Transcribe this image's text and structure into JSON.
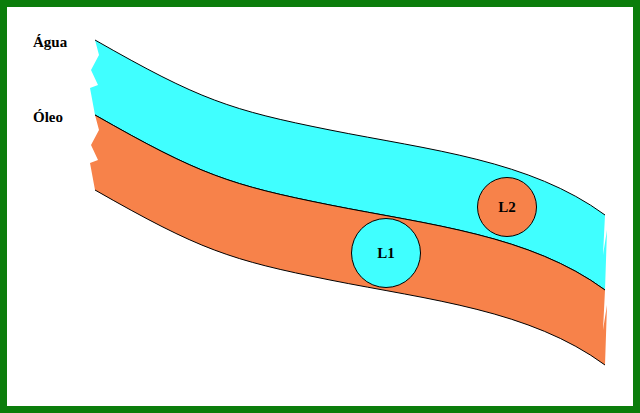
{
  "diagram": {
    "nodes": [
      {
        "text": [
          "Água"
        ]
      },
      {
        "text": [
          "Óleo"
        ]
      },
      {
        "text": [
          "L1"
        ],
        "in": 1
      },
      {
        "text": [
          "L2"
        ],
        "in": 0
      }
    ]
  }
}
